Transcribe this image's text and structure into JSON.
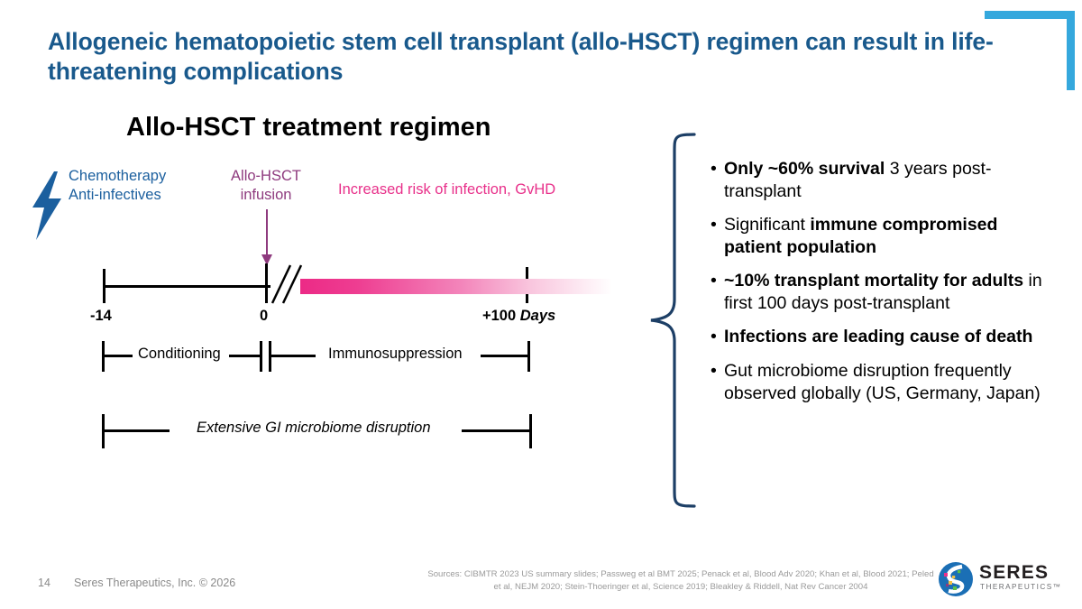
{
  "slide": {
    "title": "Allogeneic hematopoietic stem cell transplant (allo-HSCT) regimen can result in life-threatening complications",
    "accent_color": "#35a8dd",
    "title_color": "#19598c"
  },
  "diagram": {
    "heading": "Allo-HSCT treatment regimen",
    "labels": {
      "chemo_line1": "Chemotherapy",
      "chemo_line2": "Anti-infectives",
      "chemo_color": "#1b5f9e",
      "infusion_line1": "Allo-HSCT",
      "infusion_line2": "infusion",
      "infusion_color": "#8e3a7e",
      "risk": "Increased risk of infection, GvHD",
      "risk_color": "#e8308a"
    },
    "axis": {
      "tick_start": "-14",
      "tick_zero": "0",
      "tick_end": "+100",
      "tick_end_unit": "Days"
    },
    "phases": [
      {
        "label": "Conditioning"
      },
      {
        "label": "Immunosuppression"
      },
      {
        "label": "Extensive GI microbiome disruption"
      }
    ],
    "icons": {
      "bolt": "lightning-bolt-icon",
      "arrow": "down-arrow-icon",
      "break": "axis-break-icon"
    }
  },
  "bullets": [
    {
      "segments": [
        {
          "text": "Only ~60% survival",
          "bold": true
        },
        {
          "text": " 3 years post-transplant",
          "bold": false
        }
      ]
    },
    {
      "segments": [
        {
          "text": "Significant ",
          "bold": false
        },
        {
          "text": "immune compromised patient population",
          "bold": true
        }
      ]
    },
    {
      "segments": [
        {
          "text": "~10% transplant mortality for adults",
          "bold": true
        },
        {
          "text": " in first 100 days post-transplant",
          "bold": false
        }
      ]
    },
    {
      "segments": [
        {
          "text": "Infections are leading cause of death",
          "bold": true
        }
      ]
    },
    {
      "segments": [
        {
          "text": "Gut microbiome disruption frequently observed globally (US, Germany, Japan)",
          "bold": false
        }
      ]
    }
  ],
  "footer": {
    "page_number": "14",
    "copyright": "Seres Therapeutics, Inc. © 2026",
    "sources": "Sources:  CIBMTR 2023 US summary slides; Passweg et al BMT 2025; Penack et al, Blood Adv 2020; Khan et al, Blood 2021; Peled et al, NEJM 2020; Stein-Thoeringer et al, Science 2019; Bleakley & Riddell, Nat Rev Cancer 2004",
    "logo_name": "SERES",
    "logo_sub": "THERAPEUTICS™"
  }
}
